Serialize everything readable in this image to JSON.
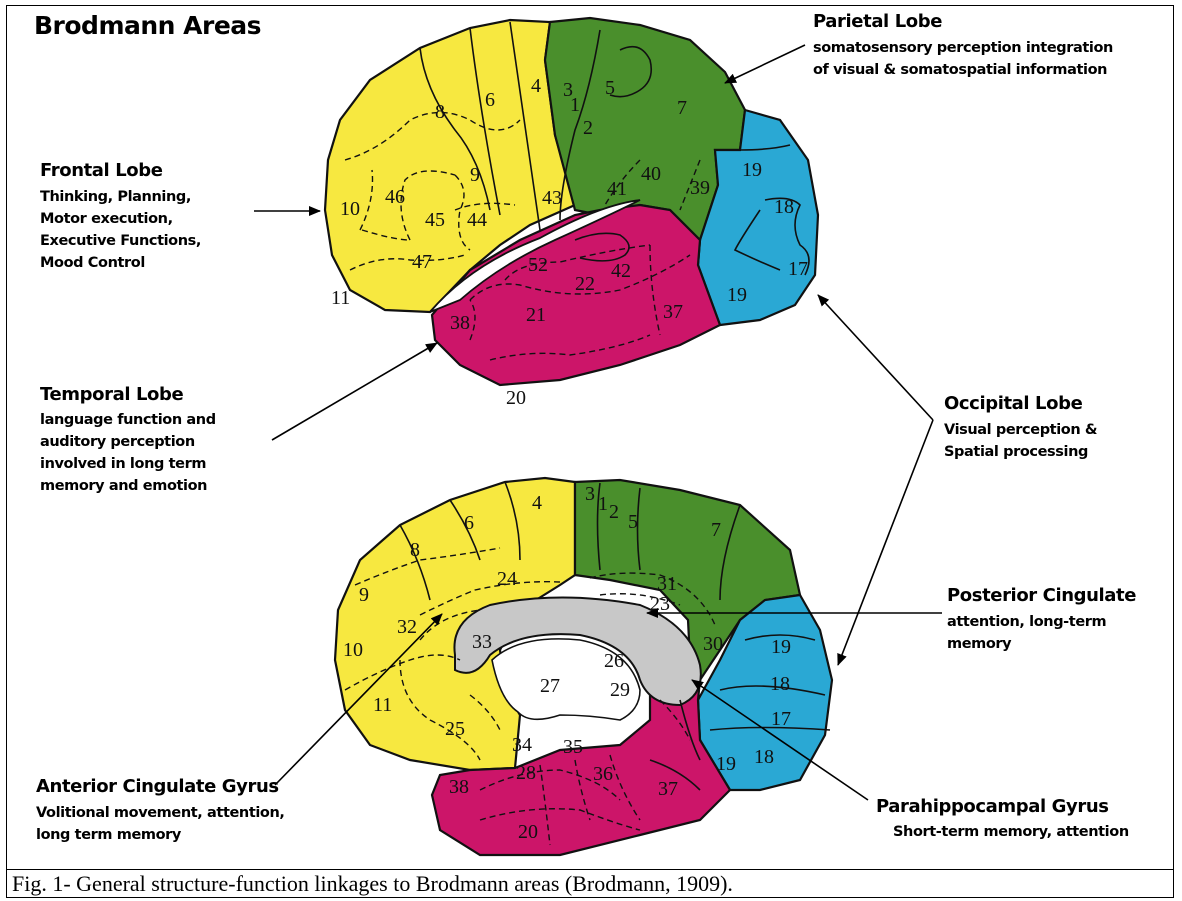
{
  "title": "Brodmann Areas",
  "colors": {
    "frontal": "#f7e840",
    "parietal": "#4a8f2c",
    "temporal": "#cc1569",
    "occipital": "#2aa8d4",
    "corpus_callosum": "#c8c8c8"
  },
  "annotations": {
    "parietal": {
      "heading": "Parietal Lobe",
      "lines": [
        "somatosensory perception integration",
        "of visual & somatospatial information"
      ]
    },
    "frontal": {
      "heading": "Frontal Lobe",
      "lines": [
        "Thinking, Planning,",
        "Motor execution,",
        "Executive Functions,",
        "Mood Control"
      ]
    },
    "temporal": {
      "heading": "Temporal Lobe",
      "lines": [
        "language function and",
        " auditory perception",
        "involved in long term",
        "memory and emotion"
      ]
    },
    "occipital": {
      "heading": "Occipital Lobe",
      "lines": [
        "Visual perception &",
        "Spatial processing"
      ]
    },
    "posterior_cingulate": {
      "heading": "Posterior Cingulate",
      "lines": [
        "attention, long-term",
        "memory"
      ]
    },
    "anterior_cingulate": {
      "heading": "Anterior Cingulate Gyrus",
      "lines": [
        "Volitional movement, attention,",
        "long term memory"
      ]
    },
    "parahippocampal": {
      "heading": "Parahippocampal Gyrus",
      "lines": [
        "Short-term memory, attention"
      ]
    }
  },
  "lateral_areas": [
    "4",
    "6",
    "8",
    "9",
    "10",
    "46",
    "45",
    "44",
    "47",
    "11",
    "3",
    "1",
    "2",
    "5",
    "7",
    "43",
    "41",
    "40",
    "39",
    "19",
    "18",
    "17",
    "19",
    "52",
    "42",
    "22",
    "21",
    "38",
    "37",
    "20"
  ],
  "medial_areas": [
    "4",
    "6",
    "8",
    "9",
    "32",
    "24",
    "10",
    "11",
    "25",
    "33",
    "3",
    "1",
    "2",
    "5",
    "7",
    "31",
    "23",
    "30",
    "26",
    "29",
    "27",
    "19",
    "18",
    "17",
    "18",
    "34",
    "35",
    "28",
    "36",
    "38",
    "37",
    "19",
    "20"
  ],
  "caption": "Fig. 1- General structure-function linkages to Brodmann areas (Brodmann, 1909)."
}
